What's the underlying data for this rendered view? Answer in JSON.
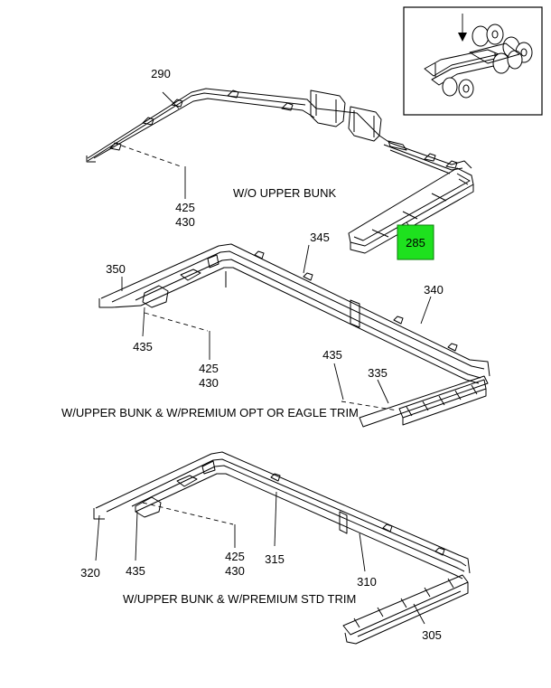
{
  "callouts": {
    "c290": "290",
    "c425a": "425",
    "c430a": "430",
    "c285": "285",
    "c345": "345",
    "c350": "350",
    "c340": "340",
    "c435a": "435",
    "c425b": "425",
    "c430b": "430",
    "c435b": "435",
    "c335": "335",
    "c320": "320",
    "c435c": "435",
    "c425c": "425",
    "c430c": "430",
    "c315": "315",
    "c310": "310",
    "c305": "305"
  },
  "captions": {
    "no_upper_bunk": "W/O UPPER BUNK",
    "upper_bunk_premium_opt": "W/UPPER BUNK & W/PREMIUM OPT OR EAGLE TRIM",
    "upper_bunk_premium_std": "W/UPPER BUNK & W/PREMIUM STD TRIM"
  },
  "highlight": {
    "part": "285",
    "color": "#1ee11e"
  }
}
